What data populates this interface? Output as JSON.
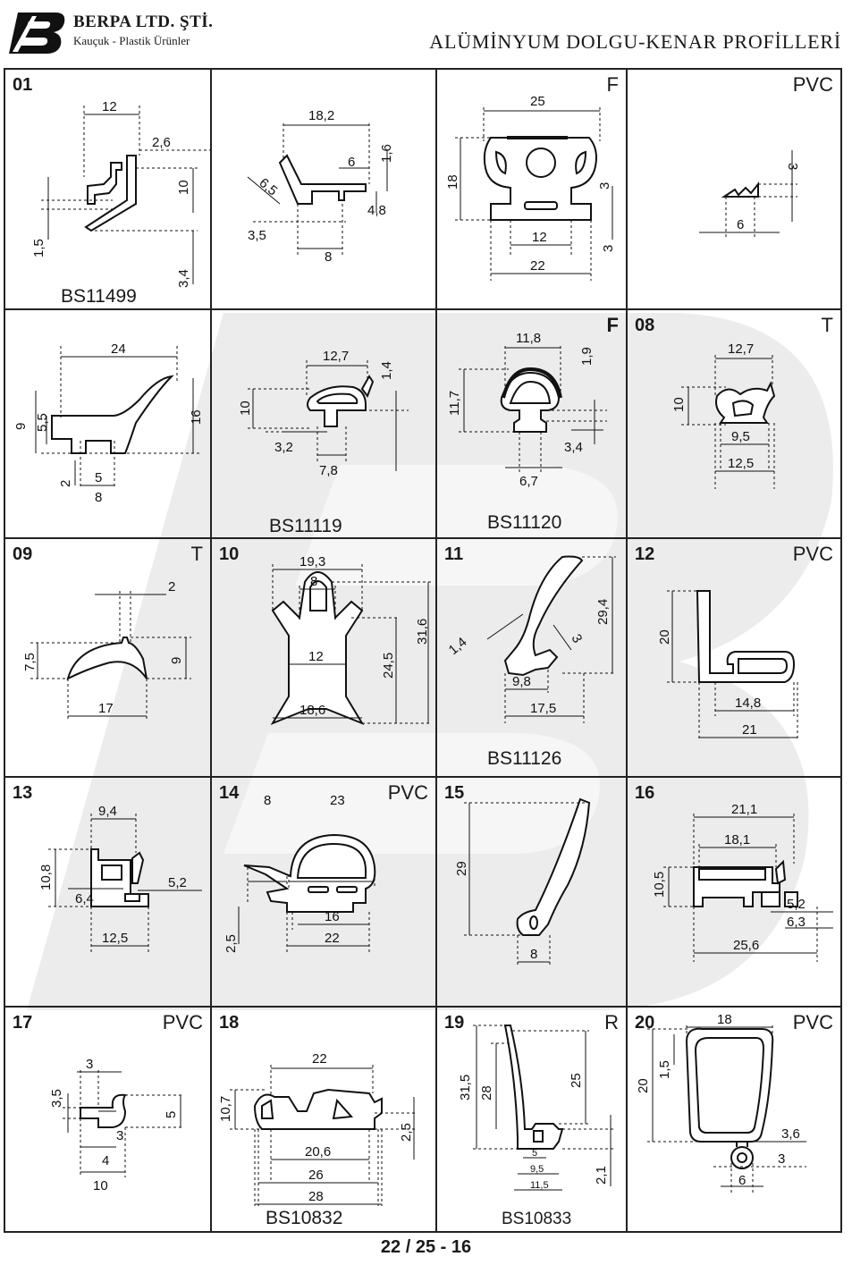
{
  "header": {
    "company": "BERPA LTD. ŞTİ.",
    "tagline": "Kauçuk - Plastik Ürünler",
    "title": "ALÜMİNYUM DOLGU-KENAR PROFİLLERİ"
  },
  "page_number": "22 / 25 - 16",
  "colors": {
    "ink": "#1a1a1a",
    "watermark": "#ececec",
    "border": "#222222"
  },
  "cells": [
    {
      "code": "01",
      "tag": "",
      "name": "BS11499",
      "dims": [
        "12",
        "2,6",
        "10",
        "1,5",
        "3,4"
      ]
    },
    {
      "code": "",
      "tag": "",
      "name": "",
      "dims": [
        "18,2",
        "6",
        "1,6",
        "6,5",
        "4,8",
        "3,5",
        "8"
      ]
    },
    {
      "code": "",
      "tag": "F",
      "name": "",
      "dims": [
        "25",
        "18",
        "3",
        "12",
        "3",
        "22"
      ]
    },
    {
      "code": "",
      "tag": "PVC",
      "name": "",
      "dims": [
        "3",
        "6"
      ]
    },
    {
      "code": "",
      "tag": "",
      "name": "",
      "dims": [
        "24",
        "16",
        "9",
        "5,5",
        "2",
        "5",
        "8"
      ]
    },
    {
      "code": "",
      "tag": "",
      "name": "BS11119",
      "dims": [
        "12,7",
        "1,4",
        "10",
        "3,2",
        "7,8"
      ]
    },
    {
      "code": "",
      "tag": "F",
      "name": "BS11120",
      "dims": [
        "11,8",
        "1,9",
        "11,7",
        "3,4",
        "6,7"
      ]
    },
    {
      "code": "08",
      "tag": "T",
      "name": "",
      "dims": [
        "12,7",
        "10",
        "9,5",
        "12,5"
      ]
    },
    {
      "code": "09",
      "tag": "T",
      "name": "",
      "dims": [
        "2",
        "7,5",
        "9",
        "17"
      ]
    },
    {
      "code": "10",
      "tag": "",
      "name": "",
      "dims": [
        "19,3",
        "8",
        "31,6",
        "24,5",
        "12",
        "18,6"
      ]
    },
    {
      "code": "11",
      "tag": "",
      "name": "BS11126",
      "dims": [
        "1,4",
        "29,4",
        "3",
        "9,8",
        "17,5"
      ]
    },
    {
      "code": "12",
      "tag": "PVC",
      "name": "",
      "dims": [
        "20",
        "14,8",
        "21"
      ]
    },
    {
      "code": "13",
      "tag": "",
      "name": "",
      "dims": [
        "9,4",
        "10,8",
        "5,2",
        "6,4",
        "12,5"
      ]
    },
    {
      "code": "14",
      "tag": "PVC",
      "name": "",
      "dims": [
        "8",
        "23",
        "16",
        "2,5",
        "22"
      ]
    },
    {
      "code": "15",
      "tag": "",
      "name": "",
      "dims": [
        "29",
        "8"
      ]
    },
    {
      "code": "16",
      "tag": "",
      "name": "",
      "dims": [
        "21,1",
        "18,1",
        "10,5",
        "5,2",
        "6,3",
        "25,6"
      ]
    },
    {
      "code": "17",
      "tag": "PVC",
      "name": "",
      "dims": [
        "3,5",
        "3",
        "5",
        "3",
        "4",
        "10"
      ]
    },
    {
      "code": "18",
      "tag": "",
      "name": "BS10832",
      "dims": [
        "22",
        "10,7",
        "20,6",
        "2,5",
        "26",
        "28"
      ]
    },
    {
      "code": "19",
      "tag": "R",
      "name": "BS10833",
      "dims": [
        "31,5",
        "28",
        "25",
        "5",
        "9,5",
        "11,5",
        "2,1"
      ]
    },
    {
      "code": "20",
      "tag": "PVC",
      "name": "",
      "dims": [
        "18",
        "20",
        "1,5",
        "3,6",
        "3",
        "6"
      ]
    }
  ]
}
